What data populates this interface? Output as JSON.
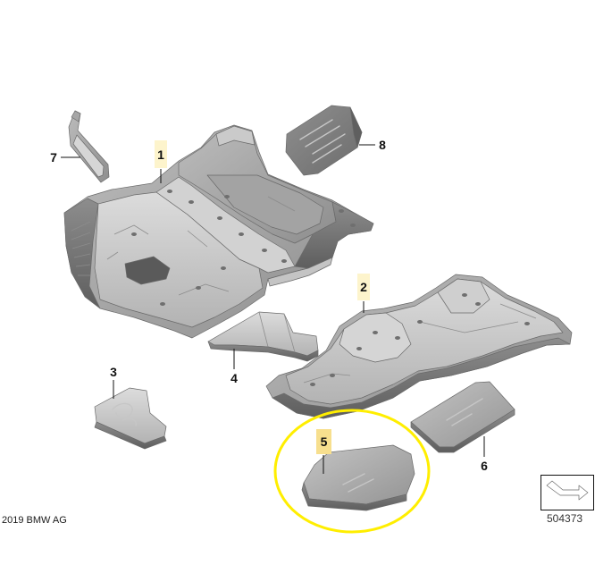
{
  "diagram": {
    "callouts": [
      {
        "number": "7",
        "highlight_color": null
      },
      {
        "number": "1",
        "highlight_color": "#fdf4cc"
      },
      {
        "number": "8",
        "highlight_color": null
      },
      {
        "number": "2",
        "highlight_color": "#fdf4cc"
      },
      {
        "number": "4",
        "highlight_color": null
      },
      {
        "number": "3",
        "highlight_color": null
      },
      {
        "number": "5",
        "highlight_color": "#f7df8e"
      },
      {
        "number": "6",
        "highlight_color": null
      }
    ],
    "selection": {
      "ellipse_color": "#ffee00"
    },
    "copyright": "2019 BMW AG",
    "view_indicator": {
      "icon": "view-direction-arrow-icon",
      "diagram_number": "504373"
    }
  }
}
